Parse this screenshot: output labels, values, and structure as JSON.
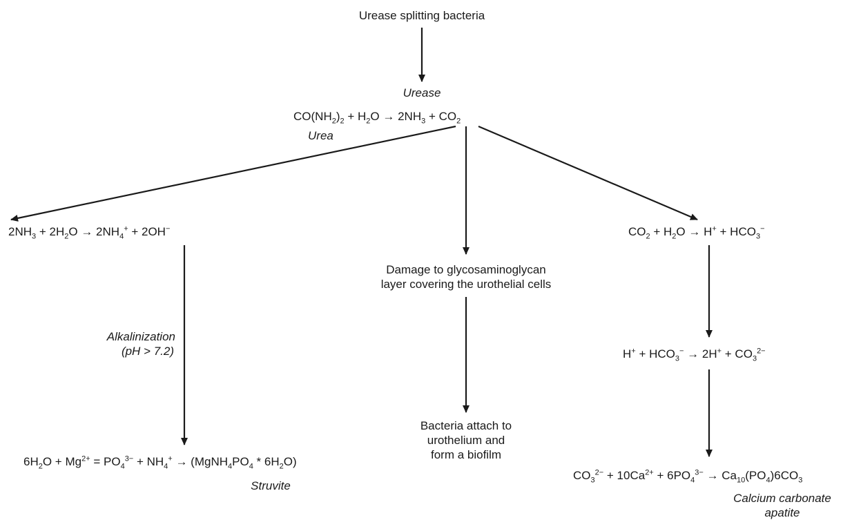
{
  "top": {
    "bacteria": "Urease splitting bacteria"
  },
  "main_reaction": {
    "enzyme": "Urease",
    "urea": "CO(NH",
    "urea_sub": "2",
    "urea_close": ")",
    "urea_sub2": "2",
    "rest": " + H",
    "h2o_sub": "2",
    "rest2": "O → 2NH",
    "nh3_sub": "3",
    "rest3": " + CO",
    "co2_sub": "2",
    "urea_label": "Urea"
  },
  "left": {
    "eq_a": "2NH",
    "eq_a_sub": "3",
    "eq_b": " + 2H",
    "eq_b_sub": "2",
    "eq_c": "O → 2NH",
    "eq_c_sub": "4",
    "eq_c_sup": "+",
    "eq_d": " + 2OH",
    "eq_d_sup": "−",
    "alk_label": "Alkalinization",
    "alk_ph": "(pH > 7.2)",
    "final_a": "6H",
    "final_a_sub": "2",
    "final_b": "O + Mg",
    "final_b_sup": "2+",
    "final_c": " = PO",
    "final_c_sub": "4",
    "final_c_sup": "3−",
    "final_d": " + NH",
    "final_d_sub": "4",
    "final_d_sup": "+",
    "final_e": " → (MgNH",
    "final_e_sub": "4",
    "final_f": "PO",
    "final_f_sub": "4",
    "final_g": " * 6H",
    "final_g_sub": "2",
    "final_h": "O)",
    "product": "Struvite"
  },
  "center": {
    "damage_line1": "Damage to glycosaminoglycan",
    "damage_line2": "layer covering the urothelial cells",
    "biofilm_line1": "Bacteria attach to",
    "biofilm_line2": "urothelium and",
    "biofilm_line3": "form a biofilm"
  },
  "right": {
    "eq1_a": "CO",
    "eq1_a_sub": "2",
    "eq1_b": " + H",
    "eq1_b_sub": "2",
    "eq1_c": "O → H",
    "eq1_c_sup": "+",
    "eq1_d": " + HCO",
    "eq1_d_sub": "3",
    "eq1_d_sup": "−",
    "eq2_a": "H",
    "eq2_a_sup": "+",
    "eq2_b": " + HCO",
    "eq2_b_sub": "3",
    "eq2_b_sup": "−",
    "eq2_c": " → 2H",
    "eq2_c_sup": "+",
    "eq2_d": " + CO",
    "eq2_d_sub": "3",
    "eq2_d_sup": "2−",
    "eq3_a": "CO",
    "eq3_a_sub": "3",
    "eq3_a_sup": "2−",
    "eq3_b": " + 10Ca",
    "eq3_b_sup": "2+",
    "eq3_c": " + 6PO",
    "eq3_c_sub": "4",
    "eq3_c_sup": "3−",
    "eq3_d": " → Ca",
    "eq3_d_sub": "10",
    "eq3_e": "(PO",
    "eq3_e_sub": "4",
    "eq3_f": ")6CO",
    "eq3_f_sub": "3",
    "product_line1": "Calcium carbonate",
    "product_line2": "apatite"
  }
}
